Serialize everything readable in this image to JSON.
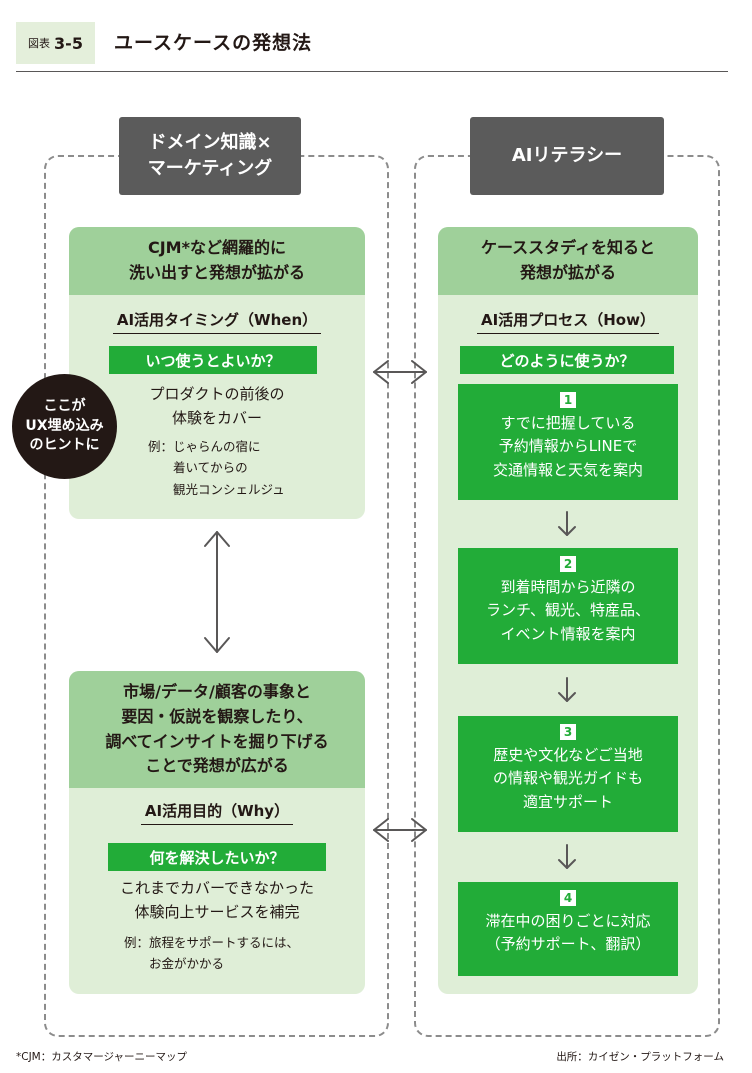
{
  "figure": {
    "label_small": "図表",
    "label_num": "3-5",
    "title": "ユースケースの発想法"
  },
  "left": {
    "header": "ドメイン知識×\nマーケティング",
    "top_panel": {
      "heading": "CJM*など網羅的に\n洗い出すと発想が拡がる",
      "subtitle": "AI活用タイミング（When）",
      "question": "いつ使うとよいか？",
      "body": "プロダクトの前後の\n体験をカバー",
      "example": "例：じゃらんの宿に\n　　着いてからの\n　　観光コンシェルジュ"
    },
    "bottom_panel": {
      "heading": "市場/データ/顧客の事象と\n要因・仮説を観察したり、\n調べてインサイトを掘り下げる\nことで発想が広がる",
      "subtitle": "AI活用目的（Why）",
      "question": "何を解決したいか？",
      "body": "これまでカバーできなかった\n体験向上サービスを補完",
      "example": "例：旅程をサポートするには、\n　　お金がかかる"
    }
  },
  "right": {
    "header": "AIリテラシー",
    "panel": {
      "heading": "ケーススタディを知ると\n発想が拡がる",
      "subtitle": "AI活用プロセス（How）",
      "question": "どのように使うか？",
      "steps": [
        {
          "num": "1",
          "text": "すでに把握している\n予約情報からLINEで\n交通情報と天気を案内"
        },
        {
          "num": "2",
          "text": "到着時間から近隣の\nランチ、観光、特産品、\nイベント情報を案内"
        },
        {
          "num": "3",
          "text": "歴史や文化などご当地\nの情報や観光ガイドも\n適宜サポート"
        },
        {
          "num": "4",
          "text": "滞在中の困りごとに対応\n（予約サポート、翻訳）"
        }
      ]
    }
  },
  "callout": "ここが\nUX埋め込み\nのヒントに",
  "footnote": "*CJM：カスタマージャーニーマップ",
  "source": "出所：カイゼン・プラットフォーム",
  "colors": {
    "green": "#22ac38",
    "light_green": "#dfeed7",
    "mid_green": "#9fd09a",
    "header_gray": "#5b5b5b"
  }
}
